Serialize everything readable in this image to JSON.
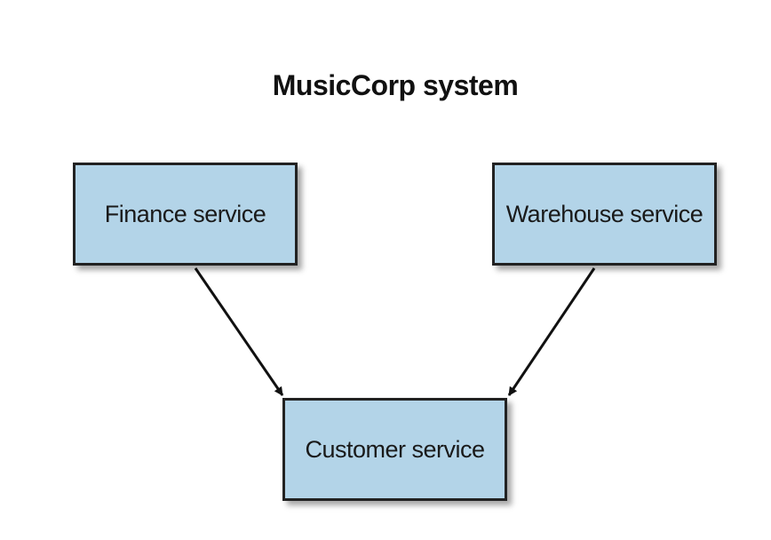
{
  "diagram": {
    "title": "MusicCorp system",
    "nodes": {
      "finance": {
        "label": "Finance service"
      },
      "warehouse": {
        "label": "Warehouse service"
      },
      "customer": {
        "label": "Customer service"
      }
    },
    "edges": [
      {
        "from": "Finance service",
        "to": "Customer service"
      },
      {
        "from": "Warehouse service",
        "to": "Customer service"
      }
    ]
  },
  "colors": {
    "node_fill": "#b3d4e8",
    "node_border": "#222222",
    "arrow": "#111111",
    "title": "#111111"
  }
}
